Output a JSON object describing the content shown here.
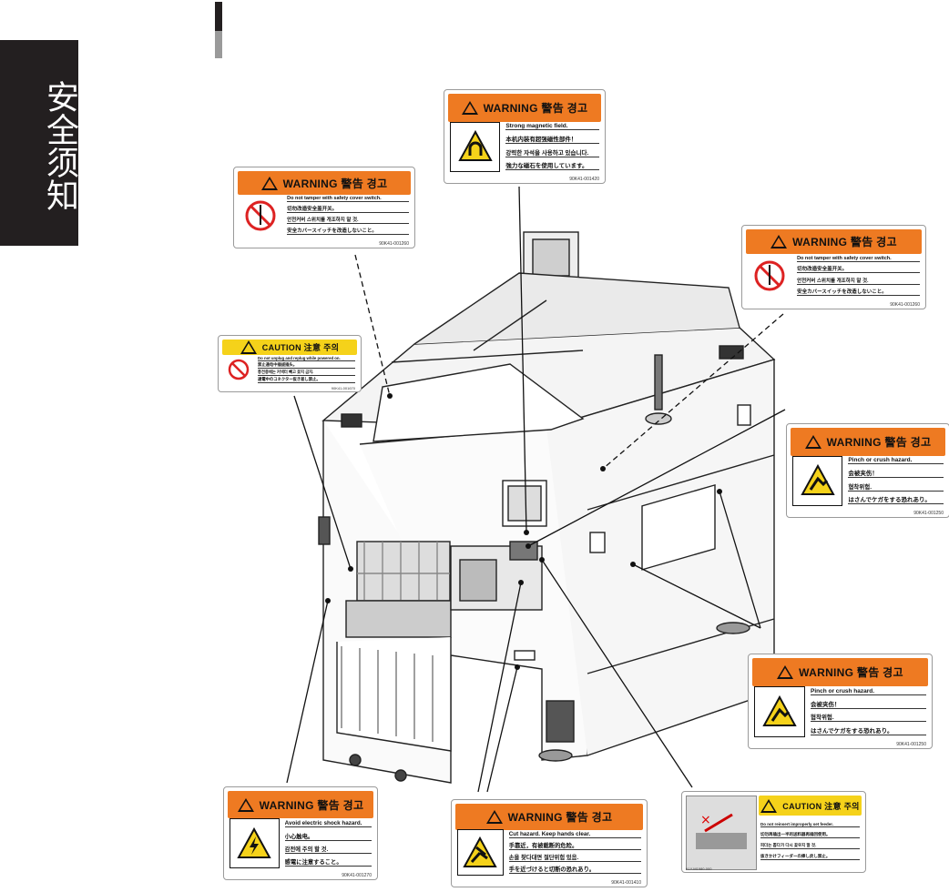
{
  "sidebar": {
    "section_title": "安全须知"
  },
  "labels": {
    "magnetic": {
      "header": "WARNING 警告 경고",
      "icon": "magnet-icon",
      "lines": [
        "Strong magnetic field.",
        "本机内装有超强磁性部件！",
        "강력한 자석을 사용하고 있습니다.",
        "強力な磁石を使用しています。"
      ],
      "code": "90K41-001420"
    },
    "cover_left": {
      "header": "WARNING 警告 경고",
      "icon": "no-tamper-screwdriver-icon",
      "lines": [
        "Do not tamper with safety cover switch.",
        "切勿改造安全盖开关。",
        "안전커버 스위치를 개조하지 말 것.",
        "安全カバースイッチを改造しないこと。"
      ],
      "code": "90K41-001260"
    },
    "cover_right": {
      "header": "WARNING 警告 경고",
      "icon": "no-tamper-screwdriver-icon",
      "lines": [
        "Do not tamper with safety cover switch.",
        "切勿改造安全盖开关。",
        "안전커버 스위치를 개조하지 말 것.",
        "安全カバースイッチを改造しないこと。"
      ],
      "code": "90K41-001260"
    },
    "connector": {
      "header": "CAUTION 注意 주의",
      "icon": "prohibited-icon",
      "lines": [
        "Do not unplug and replug while powered on.",
        "禁止通电中插拔插头。",
        "통전중에는 커넥터 빼고 꽂지 금지.",
        "通電中のコネクター抜き差し禁止。"
      ],
      "code": "90K41-001670"
    },
    "pinch_upper": {
      "header": "WARNING 警告 경고",
      "icon": "pinch-hand-icon",
      "lines": [
        "Pinch or crush hazard.",
        "会被夹伤！",
        "협착위험.",
        "はさんでケガをする恐れあり。"
      ],
      "code": "90K41-001250"
    },
    "pinch_lower": {
      "header": "WARNING 警告 경고",
      "icon": "pinch-hand-icon",
      "lines": [
        "Pinch or crush hazard.",
        "会被夹伤！",
        "협착위험.",
        "はさんでケガをする恐れあり。"
      ],
      "code": "90K41-001250"
    },
    "electric": {
      "header": "WARNING 警告 경고",
      "icon": "electric-shock-icon",
      "lines": [
        "Avoid electric shock hazard.",
        "小心触电。",
        "감전에 주의 할 것.",
        "感電に注意すること。"
      ],
      "code": "90K41-001270"
    },
    "cut": {
      "header": "WARNING 警告 경고",
      "icon": "cut-hand-icon",
      "lines": [
        "Cut hazard. Keep hands clear.",
        "手靠近，有被截断的危险。",
        "손을 찾다대면 절단위험 있음.",
        "手を近づけると切断の恐れあり。"
      ],
      "code": "90K41-001410"
    },
    "feeder": {
      "header": "CAUTION 注意 주의",
      "icon": "feeder-photo",
      "lines": [
        "Do not reinsert improperly set feeder.",
        "切勿再插出一半的送料器再插回使用。",
        "피더는 뽑다가 다시 꽂우지 말 것.",
        "抜きかけフィーダーの挿し戻し禁止。"
      ],
      "code": "KLY-M1980-000"
    }
  },
  "colors": {
    "warning_orange": "#ee7a22",
    "caution_yellow": "#f5d21a",
    "sidebar_black": "#231f20"
  }
}
